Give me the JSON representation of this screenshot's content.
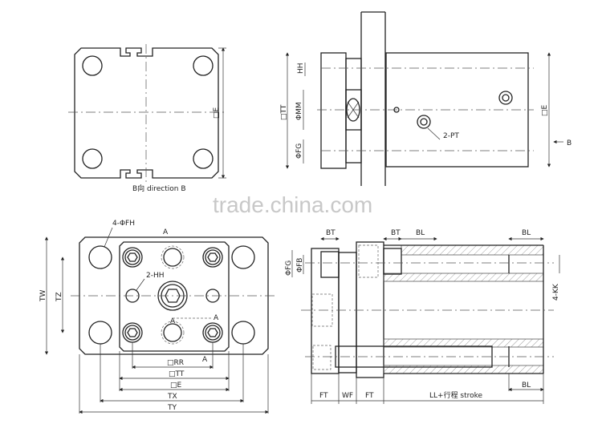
{
  "view_b": {
    "dim_e": "□E",
    "caption": "B向  direction B"
  },
  "side_view": {
    "dim_tt": "□TT",
    "dim_hh": "HH",
    "dim_mm": "ΦMM",
    "dim_fg": "ΦFG",
    "dim_e": "□E",
    "dir_b": "B",
    "port_label": "2-PT"
  },
  "front_view": {
    "label_fh": "4-ΦFH",
    "label_hh": "2-HH",
    "dim_tw": "TW",
    "dim_tz": "TZ",
    "dim_rr": "□RR",
    "dim_tt": "□TT",
    "dim_e": "□E",
    "dim_tx": "TX",
    "dim_ty": "TY",
    "section_a": "A"
  },
  "section_view": {
    "bt1": "BT",
    "bt2": "BT",
    "bl_top1": "BL",
    "bl_top2": "BL",
    "bl_bottom": "BL",
    "dim_fg": "ΦFG",
    "dim_fb": "ΦFB",
    "dim_kk": "4-KK",
    "ft1": "FT",
    "wf": "WF",
    "ft2": "FT",
    "stroke": "LL+行程 stroke"
  },
  "watermark": "trade.china.com"
}
